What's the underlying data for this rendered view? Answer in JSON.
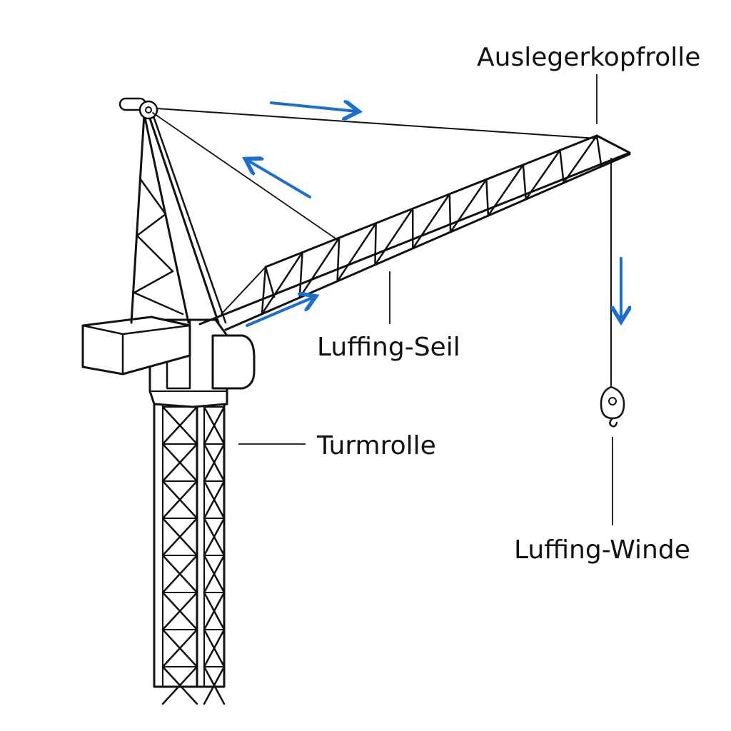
{
  "labels": {
    "jib_head_sheave": "Auslegerkopfrolle",
    "luffing_rope": "Luffing-Seil",
    "tower_sheave": "Turmrolle",
    "luffing_winch": "Luffing-Winde"
  },
  "colors": {
    "line": "#111111",
    "arrow": "#1a6fd1",
    "background": "#ffffff"
  }
}
